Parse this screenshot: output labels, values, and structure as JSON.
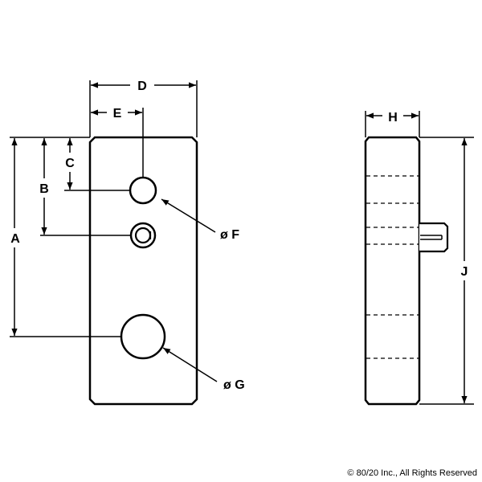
{
  "labels": {
    "A": "A",
    "B": "B",
    "C": "C",
    "D": "D",
    "E": "E",
    "F": "ø F",
    "G": "ø G",
    "H": "H",
    "J": "J"
  },
  "copyright": "© 80/20 Inc., All Rights Reserved"
}
